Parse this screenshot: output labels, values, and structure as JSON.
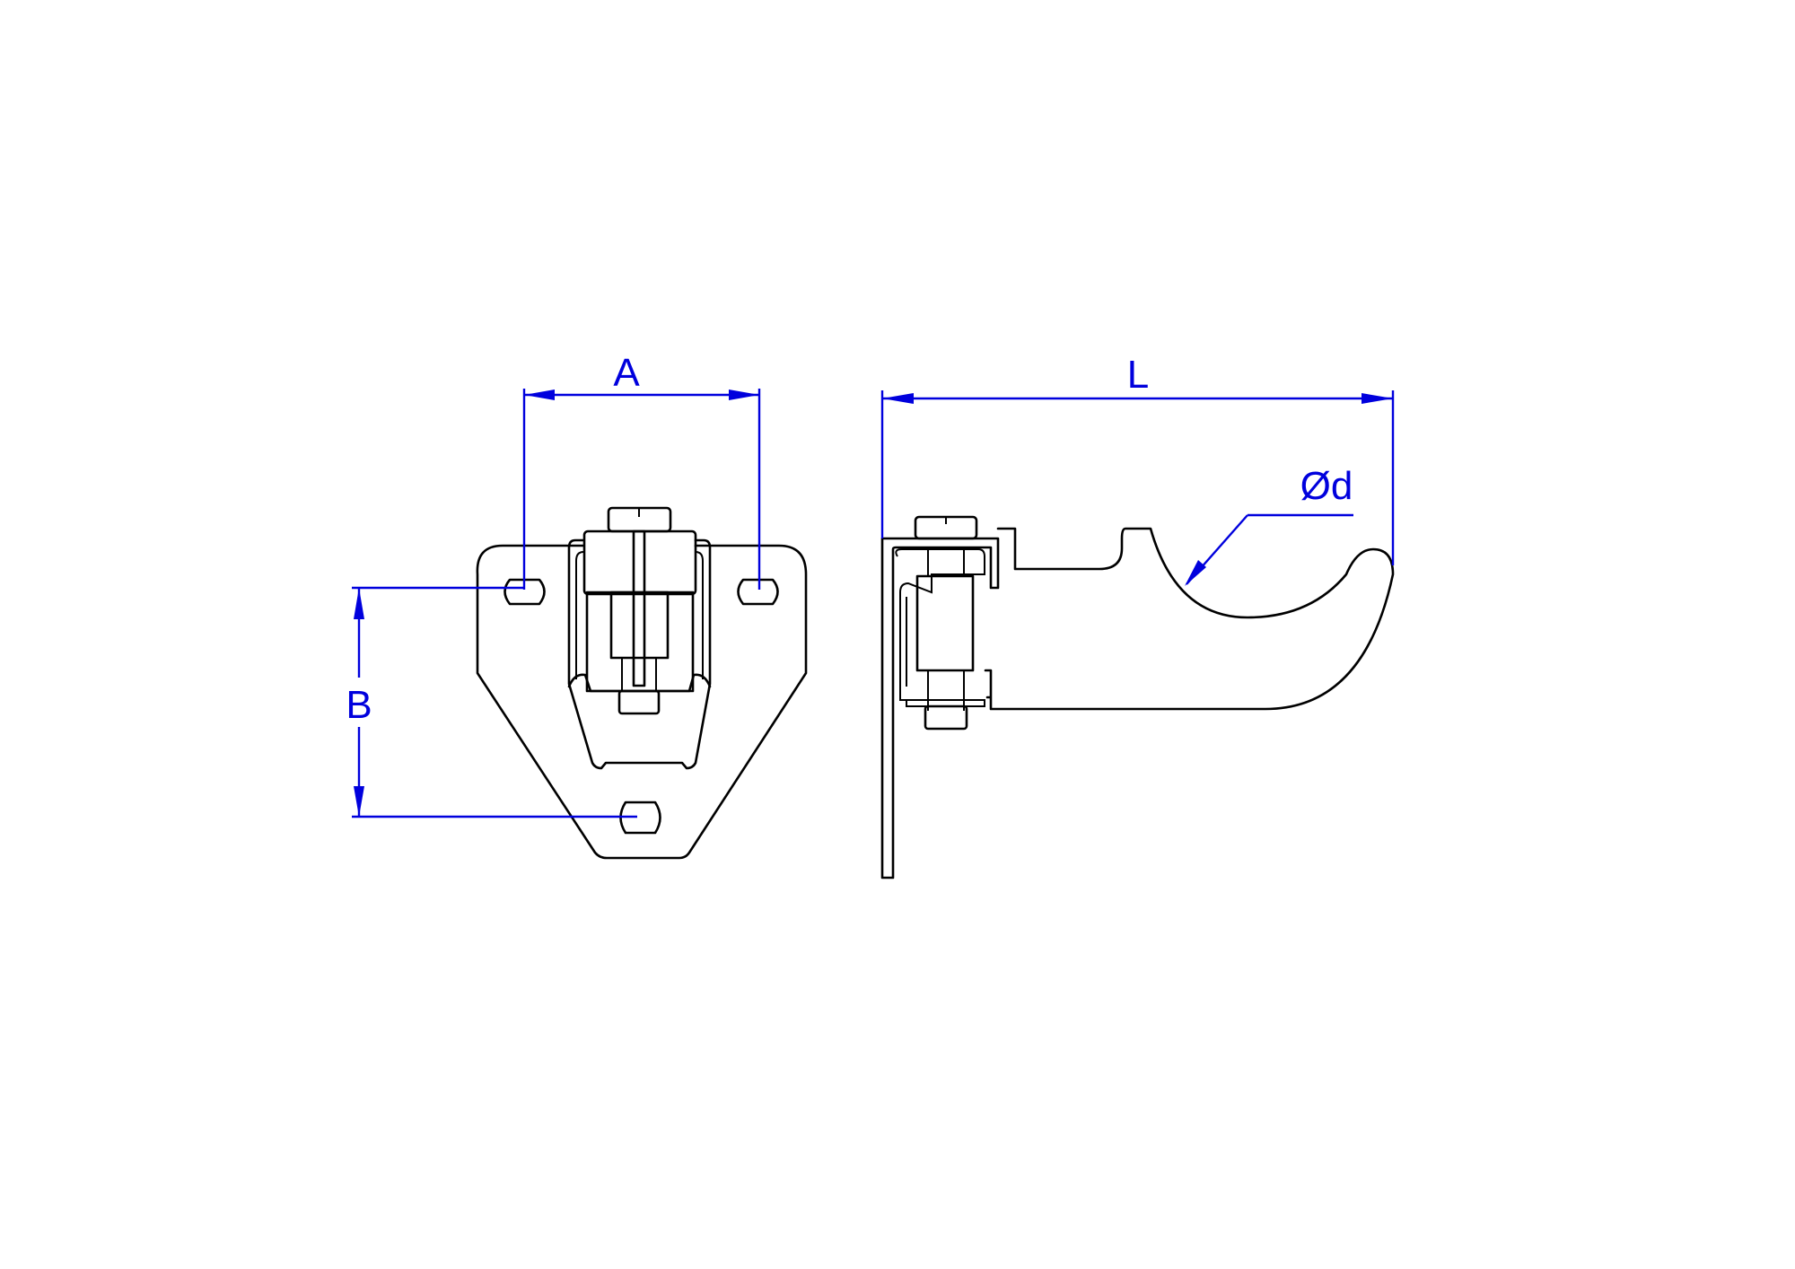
{
  "drawing": {
    "views": [
      {
        "name": "front-view",
        "description": "Bracket plate with three slotted mounting holes and clamp"
      },
      {
        "name": "side-view",
        "description": "Side profile of hook clamp on angle plate"
      }
    ],
    "dimensions": {
      "A": {
        "label": "A",
        "meaning": "horizontal hole spacing"
      },
      "B": {
        "label": "B",
        "meaning": "vertical hole spacing"
      },
      "L": {
        "label": "L",
        "meaning": "overall length"
      },
      "d": {
        "label": "Ød",
        "meaning": "hook diameter"
      }
    },
    "colors": {
      "outline": "#000000",
      "dimension": "#0000dd",
      "background": "#ffffff"
    }
  }
}
